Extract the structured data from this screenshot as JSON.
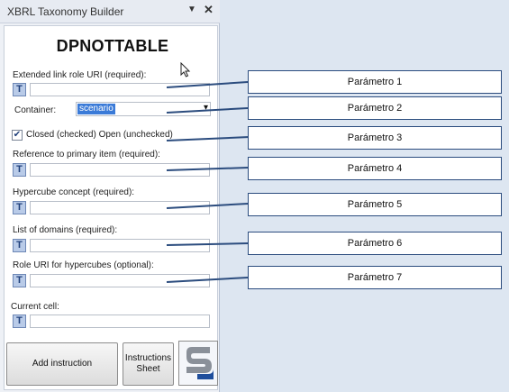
{
  "panel": {
    "title": "XBRL Taxonomy Builder",
    "dropdown_glyph": "▼",
    "close_glyph": "✕",
    "heading": "DPNOTTABLE"
  },
  "fields": {
    "extended_link_role_label": "Extended link role URI (required):",
    "container_label": "Container:",
    "container_value": "scenario",
    "closed_label": "Closed (checked) Open (unchecked)",
    "closed_checked": true,
    "primary_item_label": "Reference to primary item (required):",
    "hypercube_label": "Hypercube concept (required):",
    "domains_label": "List of domains (required):",
    "role_uri_label": "Role URI for hypercubes (optional):",
    "current_cell_label": "Current cell:",
    "t_glyph": "T"
  },
  "buttons": {
    "add_instruction": "Add instruction",
    "instructions_sheet_line1": "Instructions",
    "instructions_sheet_line2": "Sheet"
  },
  "callouts": [
    "Parámetro 1",
    "Parámetro 2",
    "Parámetro 3",
    "Parámetro 4",
    "Parámetro 5",
    "Parámetro 6",
    "Parámetro 7"
  ],
  "colors": {
    "accent": "#3b7bd8",
    "callout_border": "#2b4c7e",
    "background": "#dde6f1",
    "logo_blue": "#1f4e9c",
    "logo_gray": "#8a9099"
  },
  "icons": [
    "dropdown-arrow-icon",
    "close-icon",
    "t-icon",
    "checkbox-check-icon",
    "logo-icon",
    "mouse-cursor-icon"
  ]
}
